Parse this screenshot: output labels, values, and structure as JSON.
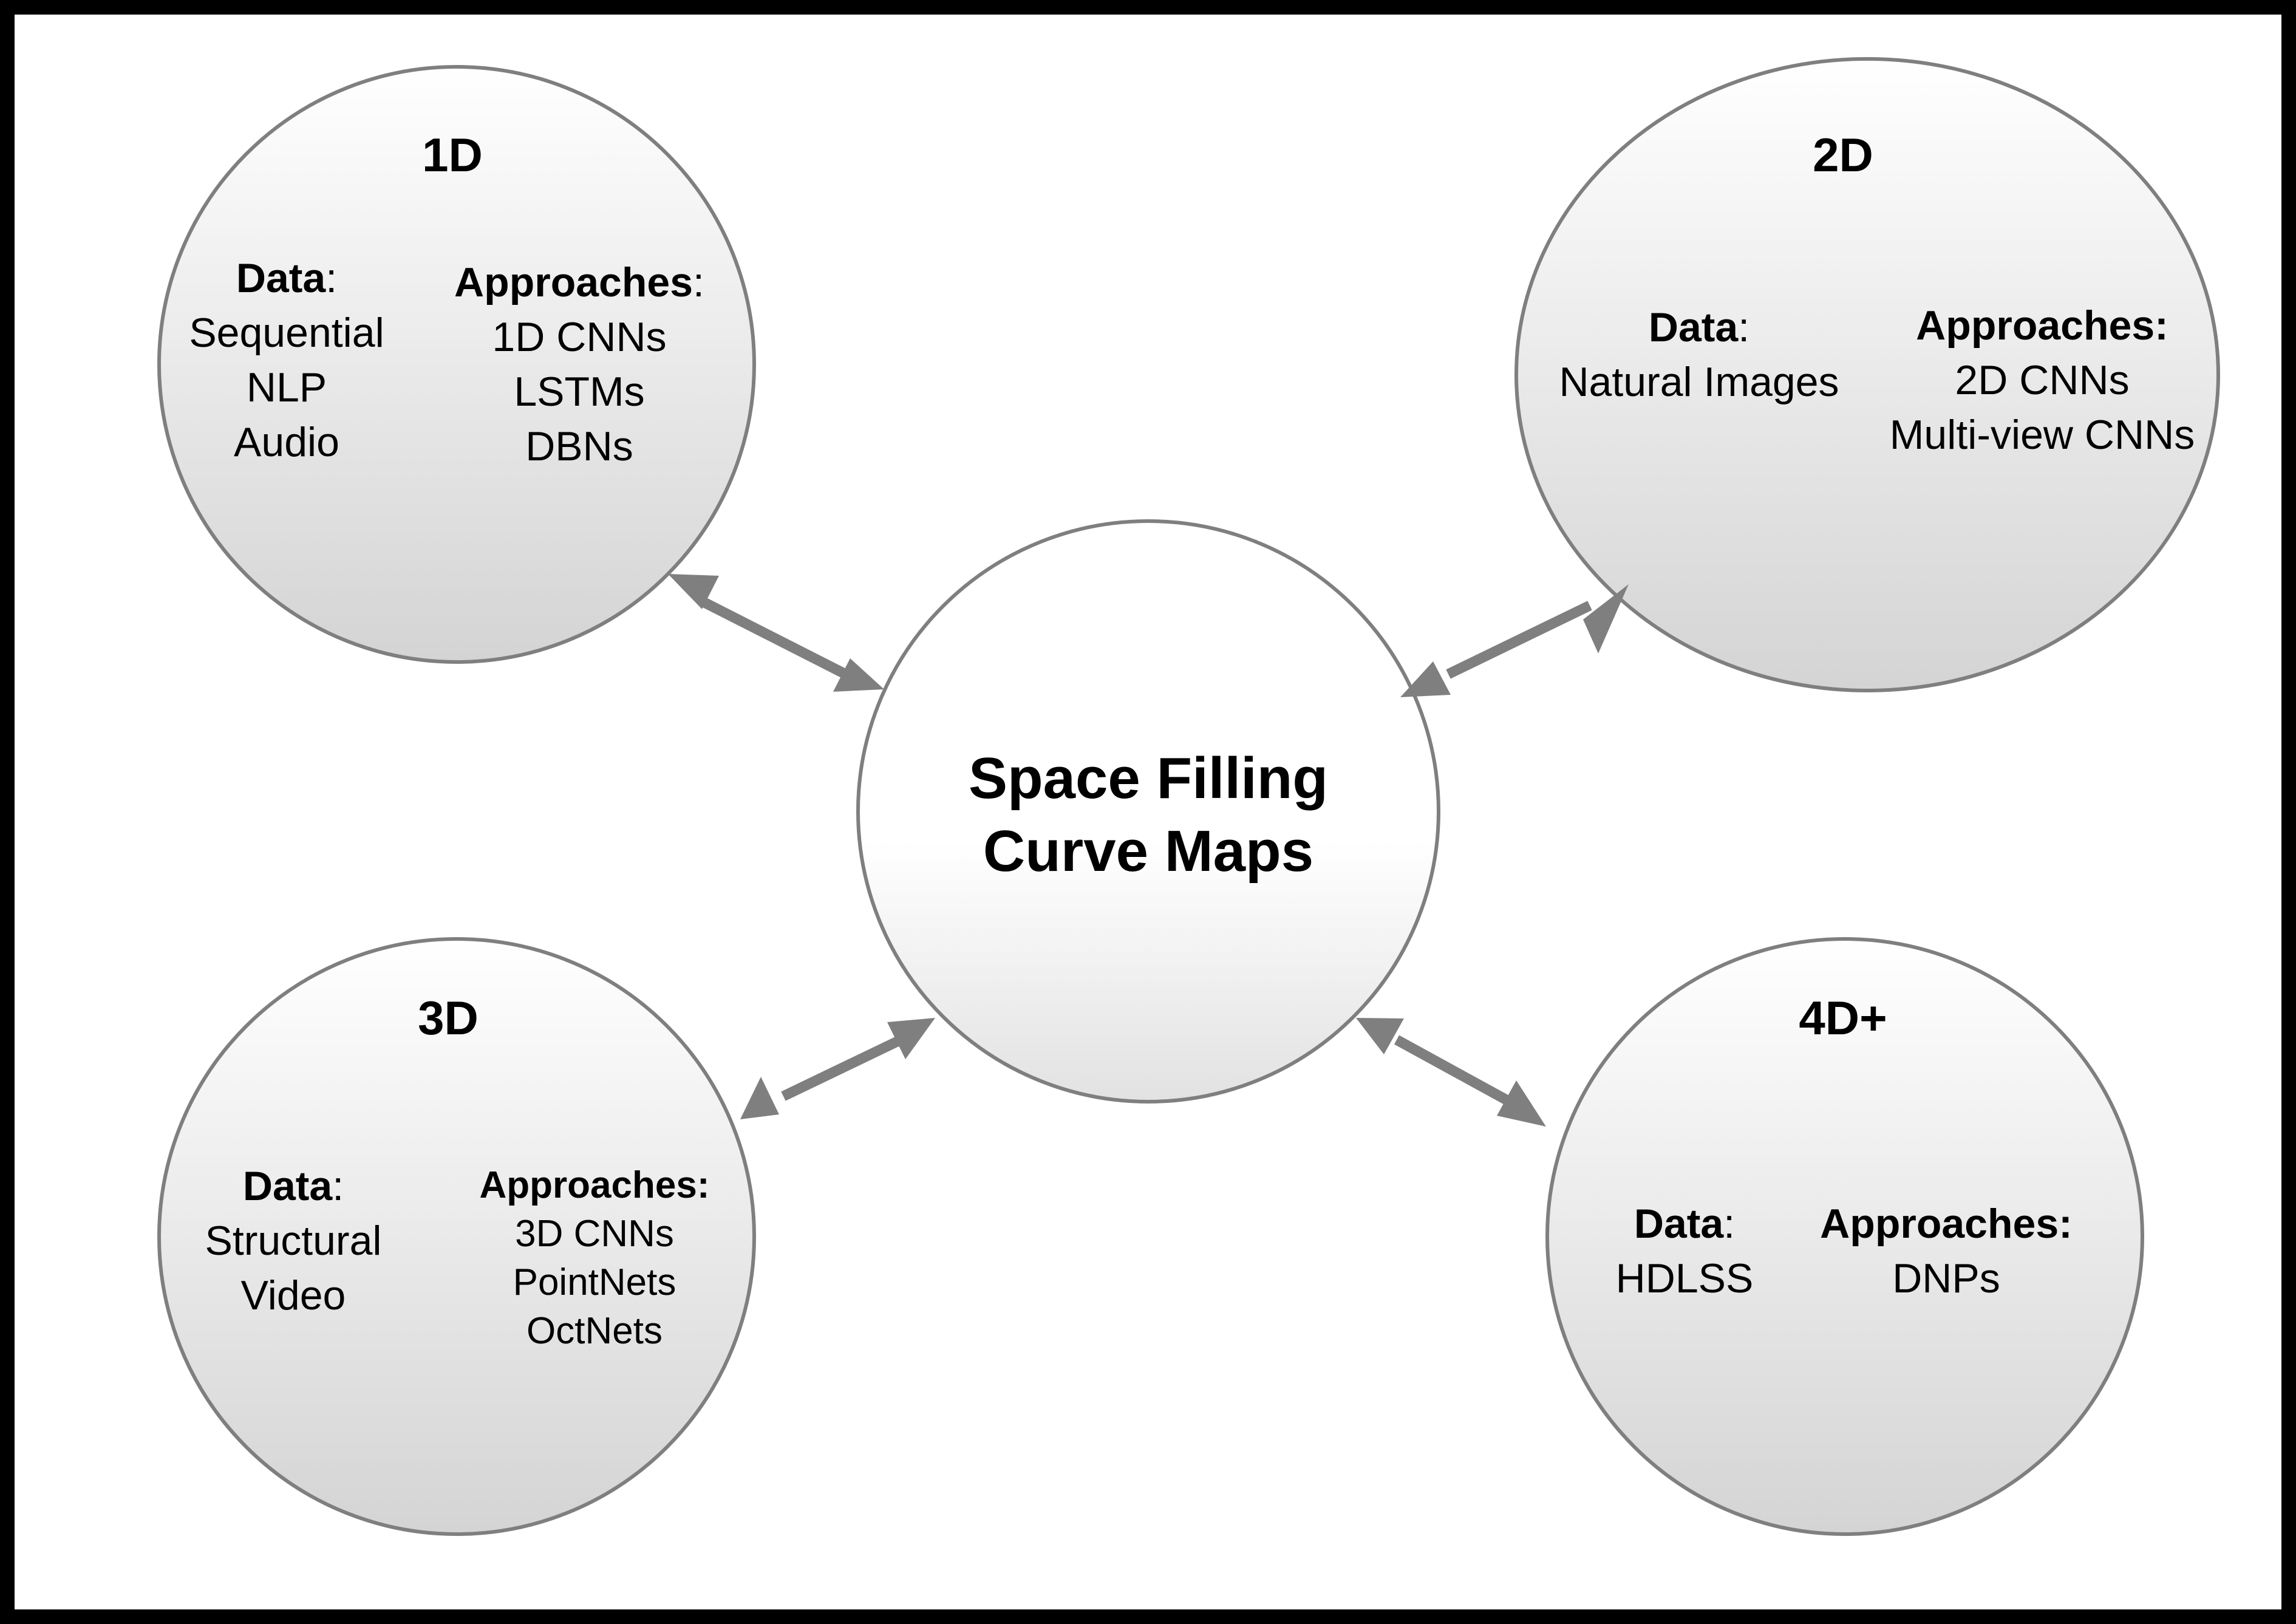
{
  "center": {
    "title_line1": "Space Filling",
    "title_line2": "Curve Maps"
  },
  "nodes": {
    "n1d": {
      "title": "1D",
      "data_label": "Data",
      "approaches_label": "Approaches",
      "data_items": [
        "Sequential",
        "NLP",
        "Audio"
      ],
      "approach_items": [
        "1D CNNs",
        "LSTMs",
        "DBNs"
      ]
    },
    "n2d": {
      "title": "2D",
      "data_label": "Data",
      "approaches_label": "Approaches",
      "data_items": [
        "Natural Images"
      ],
      "approach_items": [
        "2D CNNs",
        "Multi-view CNNs"
      ]
    },
    "n3d": {
      "title": "3D",
      "data_label": "Data",
      "approaches_label": "Approaches",
      "data_items": [
        "Structural",
        "Video"
      ],
      "approach_items": [
        "3D CNNs",
        "PointNets",
        "OctNets"
      ]
    },
    "n4d": {
      "title": "4D+",
      "data_label": "Data",
      "approaches_label": "Approaches",
      "data_items": [
        "HDLSS"
      ],
      "approach_items": [
        "DNPs"
      ]
    }
  },
  "colors": {
    "border": "#000000",
    "background": "#ffffff",
    "circle_stroke": "#7f7f7f",
    "circle_fill_light": "#ffffff",
    "circle_fill_dark": "#d4d4d4",
    "arrow": "#7f7f7f",
    "text": "#000000"
  }
}
